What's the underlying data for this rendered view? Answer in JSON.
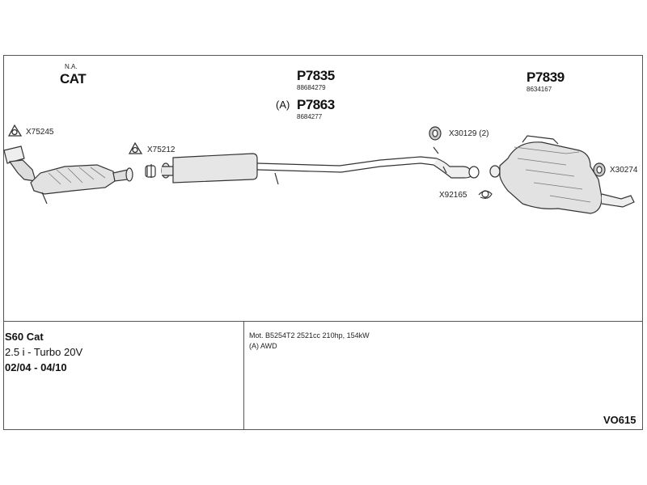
{
  "header": {
    "cat_note": "N.A.",
    "cat_label": "CAT",
    "part_main": "P7835",
    "part_main_num": "88684279",
    "alt_prefix": "(A)",
    "part_alt": "P7863",
    "part_alt_num": "8684277",
    "part_rear": "P7839",
    "part_rear_num": "8634167"
  },
  "callouts": {
    "x75245": "X75245",
    "x75212": "X75212",
    "x30129": "X30129 (2)",
    "x92165": "X92165",
    "x30274": "X30274"
  },
  "vehicle": {
    "model": "S60 Cat",
    "engine": "2.5 i - Turbo 20V",
    "years": "02/04 - 04/10"
  },
  "notes": {
    "motor": "Mot. B5254T2 2521cc 210hp, 154kW",
    "variant": "(A) AWD"
  },
  "diagram_code": "VO615",
  "colors": {
    "line": "#333333",
    "fill": "#e6e6e6",
    "border": "#555555"
  }
}
